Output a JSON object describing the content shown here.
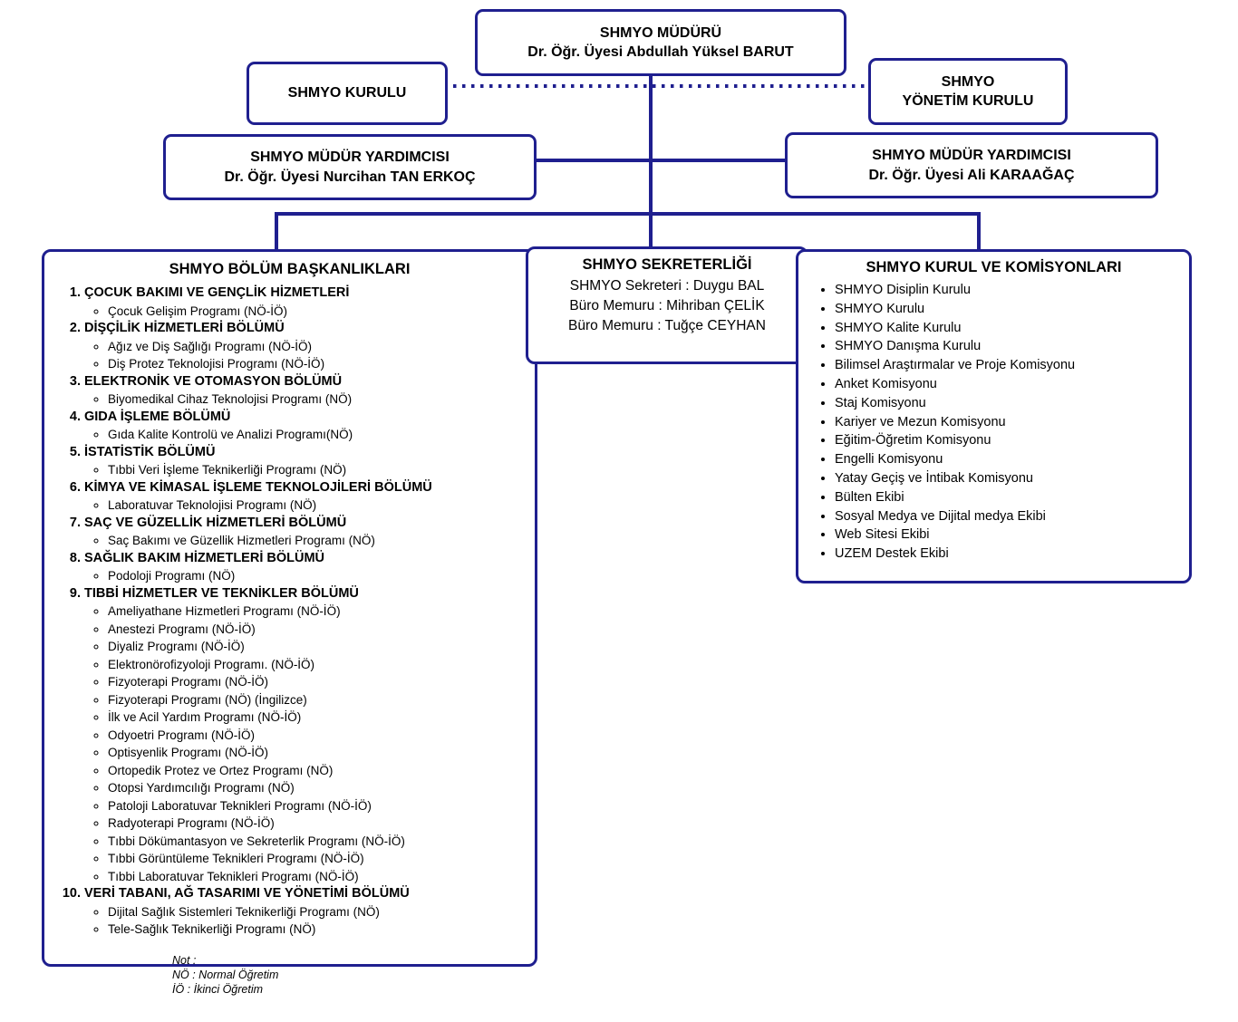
{
  "colors": {
    "accent": "#1f1f8f",
    "text": "#000000",
    "background": "#ffffff"
  },
  "org_chart": {
    "director": {
      "title": "SHMYO MÜDÜRÜ",
      "name": "Dr. Öğr. Üyesi Abdullah Yüksel BARUT"
    },
    "board": {
      "label": "SHMYO KURULU"
    },
    "executive_board": {
      "line1": "SHMYO",
      "line2": "YÖNETİM KURULU"
    },
    "deputy_left": {
      "title": "SHMYO MÜDÜR YARDIMCISI",
      "name": "Dr. Öğr. Üyesi Nurcihan TAN ERKOÇ"
    },
    "deputy_right": {
      "title": "SHMYO MÜDÜR YARDIMCISI",
      "name": "Dr. Öğr. Üyesi Ali KARAAĞAÇ"
    },
    "departments": {
      "title": "SHMYO BÖLÜM BAŞKANLIKLARI",
      "items": [
        {
          "name": "ÇOCUK BAKIMI VE GENÇLİK HİZMETLERİ",
          "programs": [
            "Çocuk Gelişim Programı (NÖ-İÖ)"
          ]
        },
        {
          "name": "DİŞÇİLİK HİZMETLERİ BÖLÜMÜ",
          "programs": [
            "Ağız ve Diş Sağlığı Programı (NÖ-İÖ)",
            "Diş Protez Teknolojisi Programı (NÖ-İÖ)"
          ]
        },
        {
          "name": "ELEKTRONİK VE OTOMASYON BÖLÜMÜ",
          "programs": [
            "Biyomedikal Cihaz Teknolojisi Programı (NÖ)"
          ]
        },
        {
          "name": "GIDA İŞLEME BÖLÜMÜ",
          "programs": [
            "Gıda Kalite Kontrolü ve Analizi Programı(NÖ)"
          ]
        },
        {
          "name": "İSTATİSTİK BÖLÜMÜ",
          "programs": [
            "Tıbbi Veri İşleme Teknikerliği Programı (NÖ)"
          ]
        },
        {
          "name": "KİMYA VE KİMASAL İŞLEME TEKNOLOJİLERİ BÖLÜMÜ",
          "programs": [
            "Laboratuvar Teknolojisi Programı (NÖ)"
          ]
        },
        {
          "name": "SAÇ VE GÜZELLİK HİZMETLERİ BÖLÜMÜ",
          "programs": [
            "Saç Bakımı ve Güzellik Hizmetleri Programı (NÖ)"
          ]
        },
        {
          "name": "SAĞLIK BAKIM HİZMETLERİ BÖLÜMÜ",
          "programs": [
            "Podoloji Programı (NÖ)"
          ]
        },
        {
          "name": "TIBBİ HİZMETLER VE TEKNİKLER BÖLÜMÜ",
          "programs": [
            "Ameliyathane Hizmetleri Programı (NÖ-İÖ)",
            "Anestezi Programı (NÖ-İÖ)",
            "Diyaliz Programı (NÖ-İÖ)",
            "Elektronörofizyoloji Programı. (NÖ-İÖ)",
            "Fizyoterapi Programı (NÖ-İÖ)",
            "Fizyoterapi Programı (NÖ) (İngilizce)",
            "İlk ve Acil Yardım Programı (NÖ-İÖ)",
            "Odyoetri Programı (NÖ-İÖ)",
            "Optisyenlik Programı (NÖ-İÖ)",
            "Ortopedik Protez ve Ortez Programı (NÖ)",
            "Otopsi Yardımcılığı Programı (NÖ)",
            "Patoloji Laboratuvar Teknikleri Programı (NÖ-İÖ)",
            "Radyoterapi Programı (NÖ-İÖ)",
            "Tıbbi Dökümantasyon ve Sekreterlik Programı (NÖ-İÖ)",
            "Tıbbi Görüntüleme Teknikleri Programı (NÖ-İÖ)",
            "Tıbbi Laboratuvar Teknikleri Programı (NÖ-İÖ)"
          ]
        },
        {
          "name": "VERİ TABANI, AĞ TASARIMI VE YÖNETİMİ BÖLÜMÜ",
          "programs": [
            "Dijital Sağlık Sistemleri Teknikerliği Programı (NÖ)",
            "Tele-Sağlık Teknikerliği Programı (NÖ)"
          ]
        }
      ]
    },
    "secretariat": {
      "title": "SHMYO SEKRETERLİĞİ",
      "lines": [
        "SHMYO Sekreteri : Duygu BAL",
        "Büro Memuru : Mihriban ÇELİK",
        "Büro Memuru : Tuğçe CEYHAN"
      ]
    },
    "committees": {
      "title": "SHMYO KURUL VE KOMİSYONLARI",
      "items": [
        "SHMYO Disiplin Kurulu",
        "SHMYO Kurulu",
        "SHMYO Kalite Kurulu",
        "SHMYO Danışma Kurulu",
        "Bilimsel Araştırmalar ve Proje Komisyonu",
        "Anket Komisyonu",
        "Staj Komisyonu",
        "Kariyer ve Mezun Komisyonu",
        "Eğitim-Öğretim Komisyonu",
        "Engelli Komisyonu",
        "Yatay Geçiş ve İntibak Komisyonu",
        "Bülten Ekibi",
        "Sosyal Medya ve Dijital medya Ekibi",
        "Web Sitesi Ekibi",
        "UZEM Destek Ekibi"
      ]
    },
    "note": {
      "lines": [
        "Not :",
        "NÖ : Normal Öğretim",
        "İÖ : İkinci Öğretim"
      ]
    }
  }
}
